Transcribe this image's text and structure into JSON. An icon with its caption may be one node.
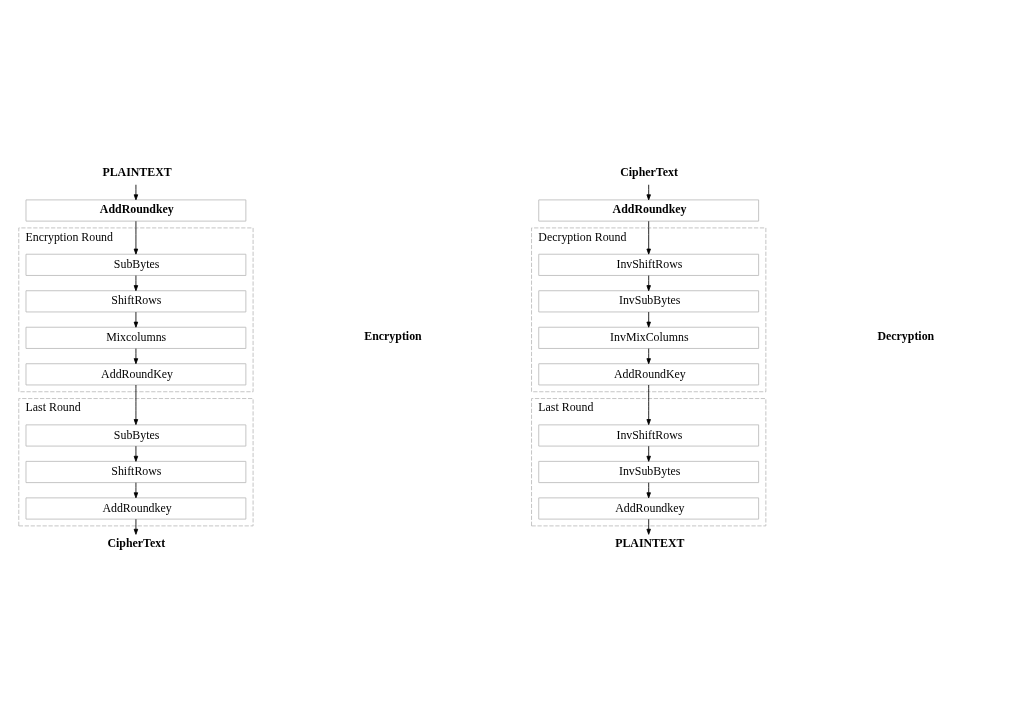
{
  "diagram": {
    "nodes": [
      {
        "text": [
          "PLAINTEXT"
        ]
      },
      {
        "text": [
          "AddRoundkey"
        ]
      },
      {
        "text": [
          "Encryption Round"
        ]
      },
      {
        "text": [
          "SubBytes"
        ],
        "in": 2
      },
      {
        "text": [
          "ShiftRows"
        ],
        "in": 2
      },
      {
        "text": [
          "Mixcolumns"
        ],
        "in": 2
      },
      {
        "text": [
          "AddRoundKey"
        ],
        "in": 2
      },
      {
        "text": [
          "Last Round"
        ]
      },
      {
        "text": [
          "SubBytes"
        ],
        "in": 7
      },
      {
        "text": [
          "ShiftRows"
        ],
        "in": 7
      },
      {
        "text": [
          "AddRoundkey"
        ],
        "in": 7
      },
      {
        "text": [
          "CipherText"
        ]
      },
      {
        "text": [
          "CipherText"
        ]
      },
      {
        "text": [
          "AddRoundkey"
        ]
      },
      {
        "text": [
          "Decryption Round"
        ]
      },
      {
        "text": [
          "InvShiftRows"
        ],
        "in": 14
      },
      {
        "text": [
          "InvSubBytes"
        ],
        "in": 14
      },
      {
        "text": [
          "InvMixColumns"
        ],
        "in": 14
      },
      {
        "text": [
          "AddRoundKey"
        ],
        "in": 14
      },
      {
        "text": [
          "Last Round"
        ]
      },
      {
        "text": [
          "InvShiftRows"
        ],
        "in": 19
      },
      {
        "text": [
          "InvSubBytes"
        ],
        "in": 19
      },
      {
        "text": [
          "AddRoundkey"
        ],
        "in": 19
      },
      {
        "text": [
          "PLAINTEXT"
        ]
      }
    ],
    "edges": [
      {
        "from": 0,
        "to": 1,
        "arrow": "to"
      },
      {
        "from": 1,
        "to": 3,
        "arrow": "to"
      },
      {
        "from": 3,
        "to": 4,
        "arrow": "to"
      },
      {
        "from": 4,
        "to": 5,
        "arrow": "to"
      },
      {
        "from": 5,
        "to": 6,
        "arrow": "to"
      },
      {
        "from": 6,
        "to": 8,
        "arrow": "to"
      },
      {
        "from": 8,
        "to": 9,
        "arrow": "to"
      },
      {
        "from": 9,
        "to": 10,
        "arrow": "to"
      },
      {
        "from": 10,
        "to": 11,
        "arrow": "to"
      },
      {
        "from": 12,
        "to": 13,
        "arrow": "to"
      },
      {
        "from": 13,
        "to": 15,
        "arrow": "to"
      },
      {
        "from": 15,
        "to": 16,
        "arrow": "to"
      },
      {
        "from": 16,
        "to": 17,
        "arrow": "to"
      },
      {
        "from": 17,
        "to": 18,
        "arrow": "to"
      },
      {
        "from": 18,
        "to": 20,
        "arrow": "to"
      },
      {
        "from": 20,
        "to": 21,
        "arrow": "to"
      },
      {
        "from": 21,
        "to": 22,
        "arrow": "to"
      },
      {
        "from": 22,
        "to": 23,
        "arrow": "to"
      }
    ],
    "labels": [
      "Encryption",
      "Decryption"
    ]
  }
}
